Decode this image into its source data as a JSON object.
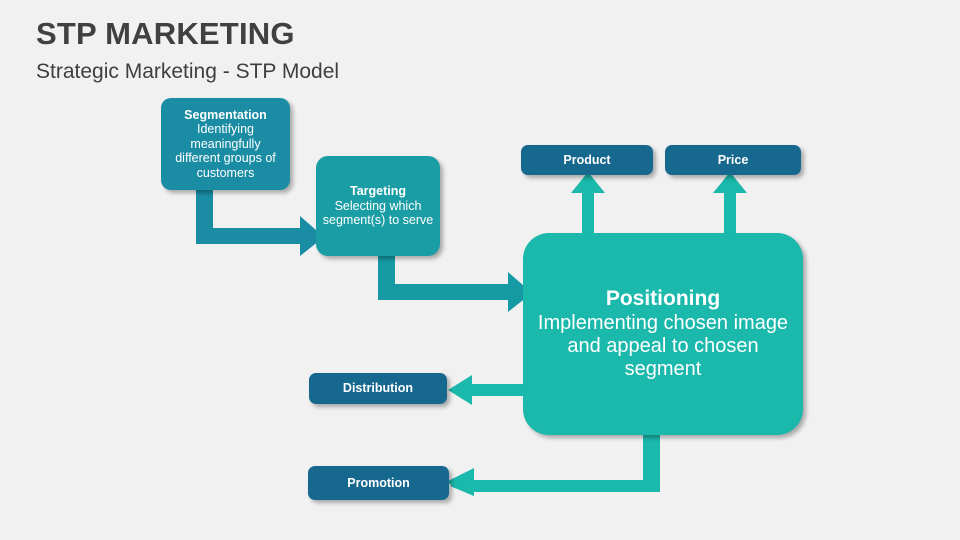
{
  "header": {
    "title": "STP MARKETING",
    "subtitle": "Strategic Marketing - STP Model"
  },
  "colors": {
    "background": "#f1f1f1",
    "title_text": "#404040",
    "segmentation_fill": "#1a8ca4",
    "targeting_fill": "#1a9da4",
    "positioning_fill": "#1bb8ac",
    "mix_box_fill": "#17688f",
    "arrow_dark_teal": "#1a8ca4",
    "arrow_mid_teal": "#159aa4",
    "arrow_light_teal": "#1bb8ac",
    "node_text": "#ffffff"
  },
  "nodes": {
    "segmentation": {
      "title": "Segmentation",
      "description": "Identifying meaningfully different groups of customers"
    },
    "targeting": {
      "title": "Targeting",
      "description": "Selecting which segment(s) to serve"
    },
    "positioning": {
      "title": "Positioning",
      "description": "Implementing chosen image and appeal to chosen segment"
    },
    "product": {
      "title": "Product"
    },
    "price": {
      "title": "Price"
    },
    "distribution": {
      "title": "Distribution"
    },
    "promotion": {
      "title": "Promotion"
    }
  },
  "connectors": [
    {
      "id": "segmentation-to-targeting",
      "from": "segmentation",
      "to": "targeting",
      "shape": "elbow-down-right"
    },
    {
      "id": "targeting-to-positioning",
      "from": "targeting",
      "to": "positioning",
      "shape": "elbow-down-right"
    },
    {
      "id": "positioning-to-product",
      "from": "positioning",
      "to": "product",
      "shape": "straight-up"
    },
    {
      "id": "positioning-to-price",
      "from": "positioning",
      "to": "price",
      "shape": "straight-up"
    },
    {
      "id": "positioning-to-distribution",
      "from": "positioning",
      "to": "distribution",
      "shape": "straight-left"
    },
    {
      "id": "positioning-to-promotion",
      "from": "positioning",
      "to": "promotion",
      "shape": "elbow-down-left"
    }
  ]
}
